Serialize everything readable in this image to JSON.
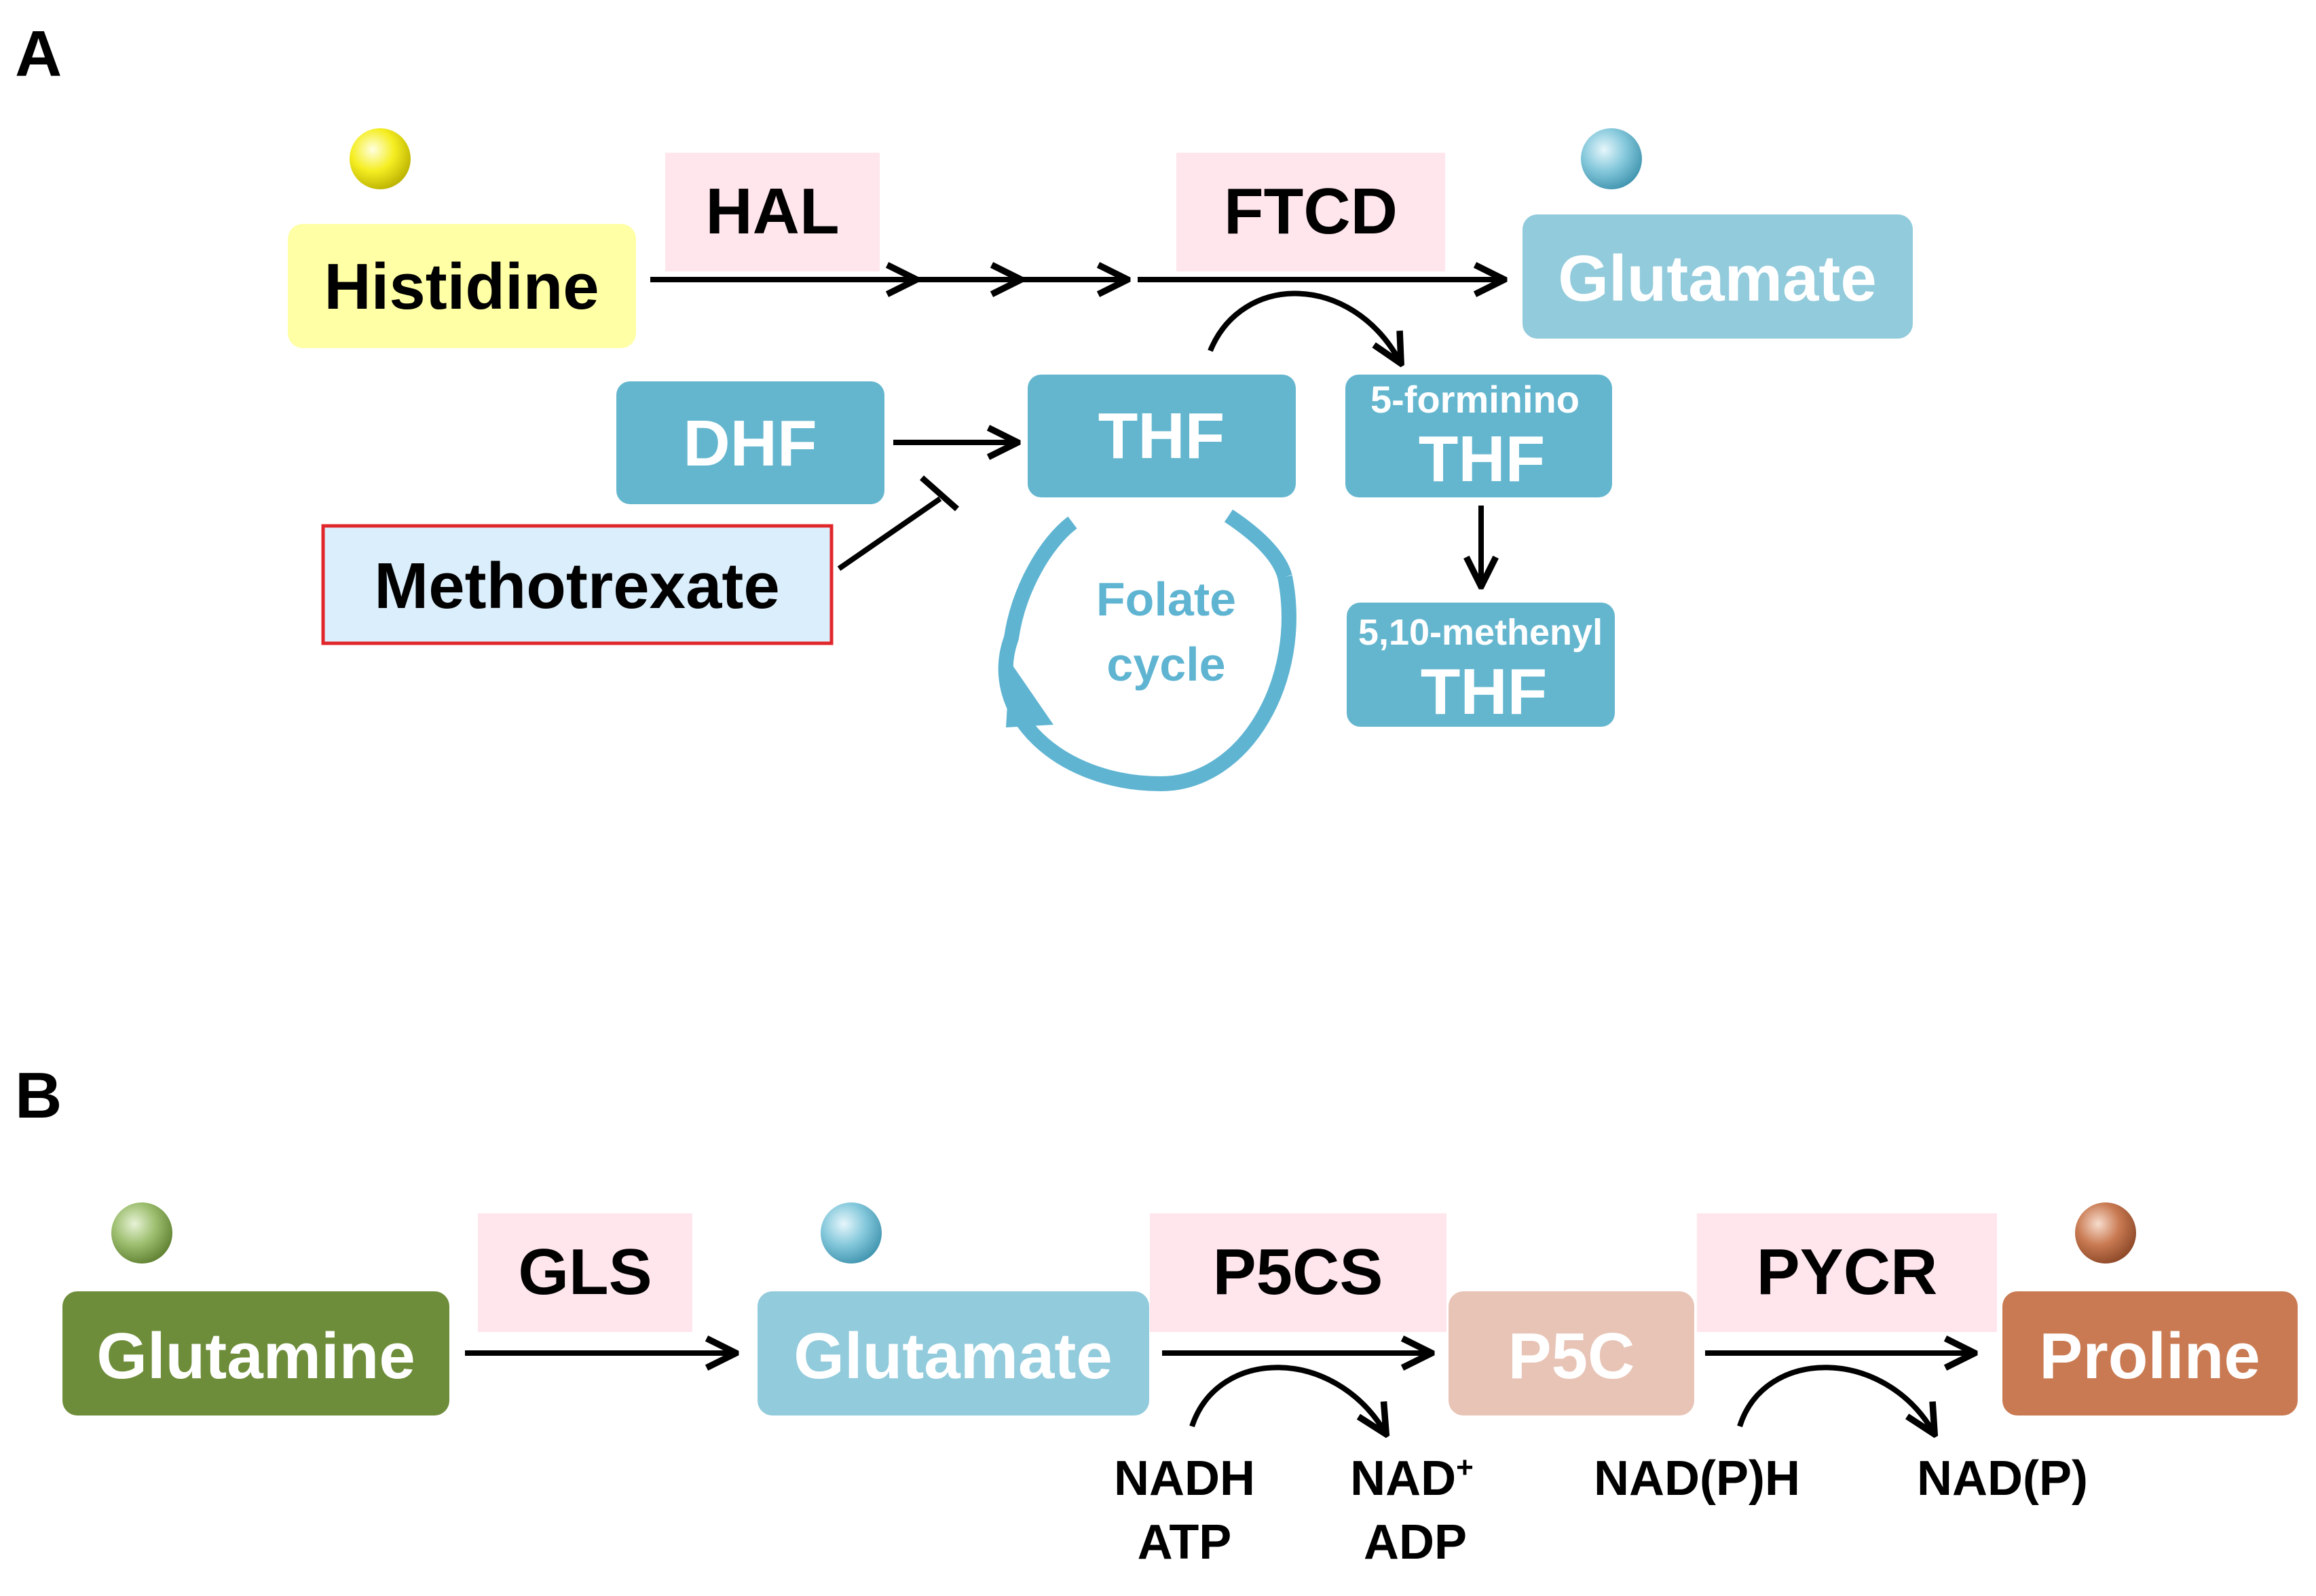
{
  "panels": {
    "a": {
      "label": "A",
      "histidine": "Histidine",
      "hal": "HAL",
      "ftcd": "FTCD",
      "glutamate": "Glutamate",
      "dhf": "DHF",
      "thf": "THF",
      "methotrexate": "Methotrexate",
      "folate_line1": "Folate",
      "folate_line2": "cycle",
      "formimino_top": "5-forminino",
      "formimino_bottom": "THF",
      "methenyl_top": "5,10-methenyl",
      "methenyl_bottom": "THF"
    },
    "b": {
      "label": "B",
      "glutamine": "Glutamine",
      "gls": "GLS",
      "glutamate": "Glutamate",
      "p5cs": "P5CS",
      "p5c": "P5C",
      "pycr": "PYCR",
      "proline": "Proline",
      "nadh": "NADH",
      "atp": "ATP",
      "nad": "NAD",
      "nad_sup": "+",
      "adp": "ADP",
      "nadph": "NAD(P)H",
      "nadp": "NAD(P)"
    }
  },
  "colors": {
    "histidine_box": "#ffffa6",
    "histidine_ball": "#f5ee22",
    "enzyme_box": "#ffe5ec",
    "glutamate_box": "#92cbdc",
    "glutamate_ball": "#86c9dc",
    "folate_box": "#64b6cf",
    "folate_cycle": "#5fb4d2",
    "methotrexate_fill": "#dbeefc",
    "methotrexate_border": "#e0262a",
    "glutamine_box": "#6e8d3a",
    "glutamine_ball": "#9cbe6e",
    "p5c_box": "#e8c4b6",
    "proline_box": "#c97a52",
    "proline_ball": "#c97a52"
  }
}
